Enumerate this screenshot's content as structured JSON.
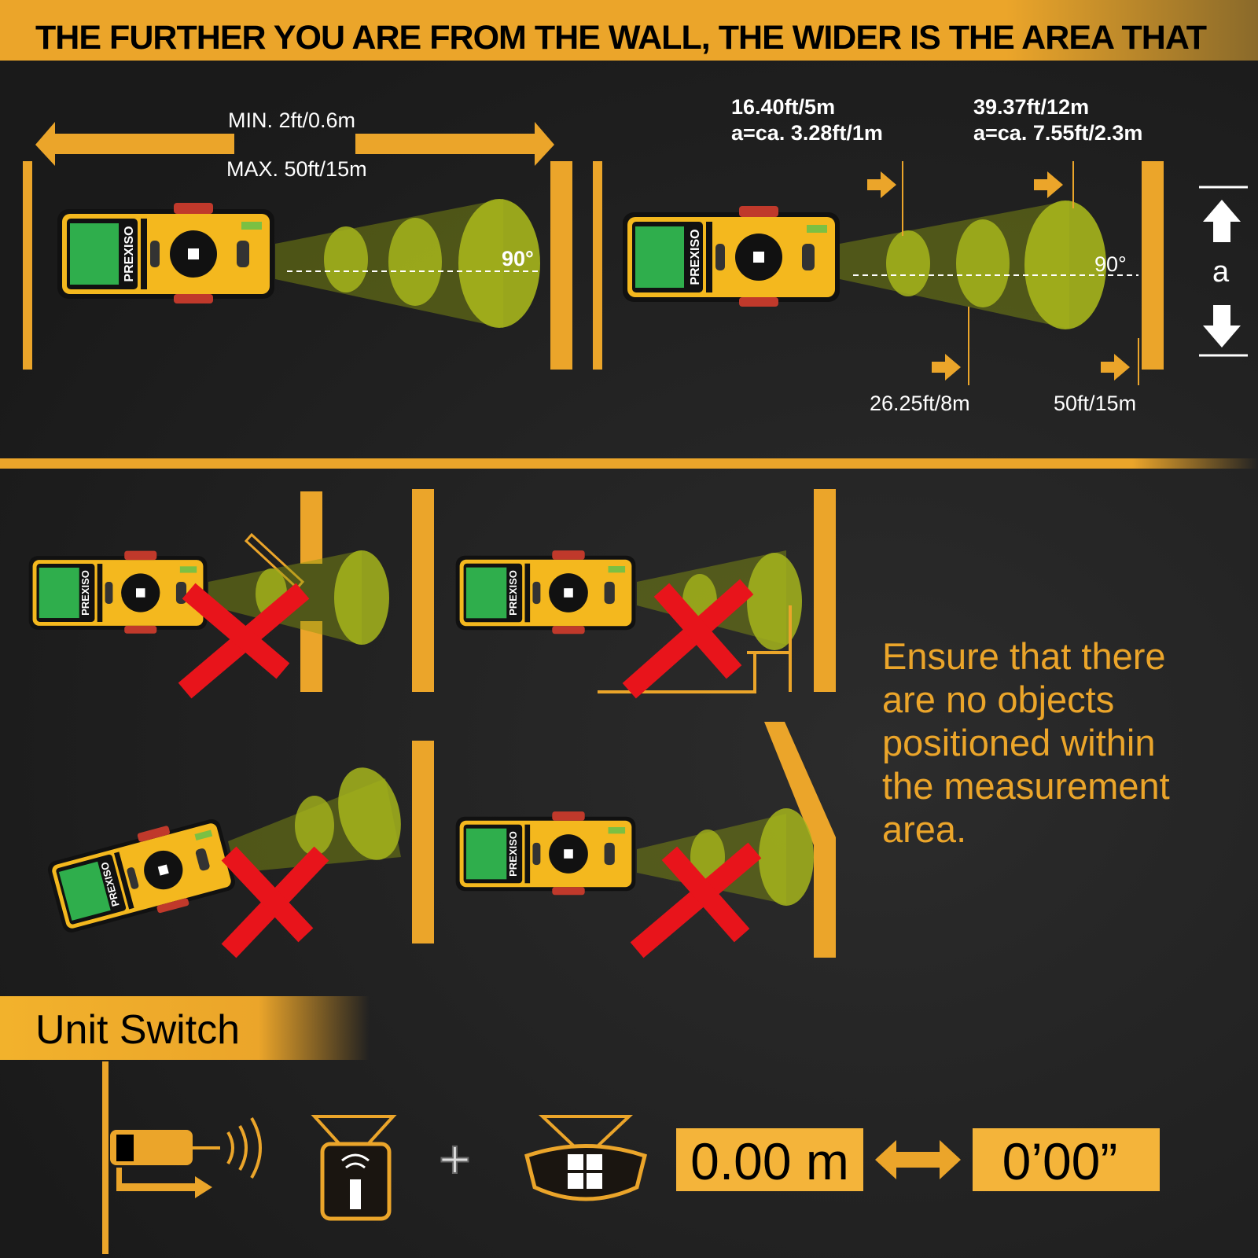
{
  "header": {
    "title": "THE FURTHER YOU ARE FROM THE WALL, THE WIDER IS THE AREA THAT"
  },
  "range": {
    "min": "MIN. 2ft/0.6m",
    "max": "MAX. 50ft/15m",
    "angle": "90°"
  },
  "area": {
    "d1": "16.40ft/5m",
    "a1": "a=ca. 3.28ft/1m",
    "d2": "39.37ft/12m",
    "a2": "a=ca. 7.55ft/2.3m",
    "d3": "26.25ft/8m",
    "d4": "50ft/15m",
    "angle": "90°",
    "a_label": "a"
  },
  "device": {
    "brand": "PREXISO"
  },
  "note": {
    "lines": [
      "Ensure that there",
      "are no objects",
      "positioned within",
      "the measurement",
      "area."
    ]
  },
  "unit_switch": {
    "title": "Unit Switch",
    "metric": "0.00 m",
    "imperial": "0’00”"
  },
  "colors": {
    "accent": "#eba52a",
    "error": "#e8141b",
    "beam": "#a6b51c"
  }
}
